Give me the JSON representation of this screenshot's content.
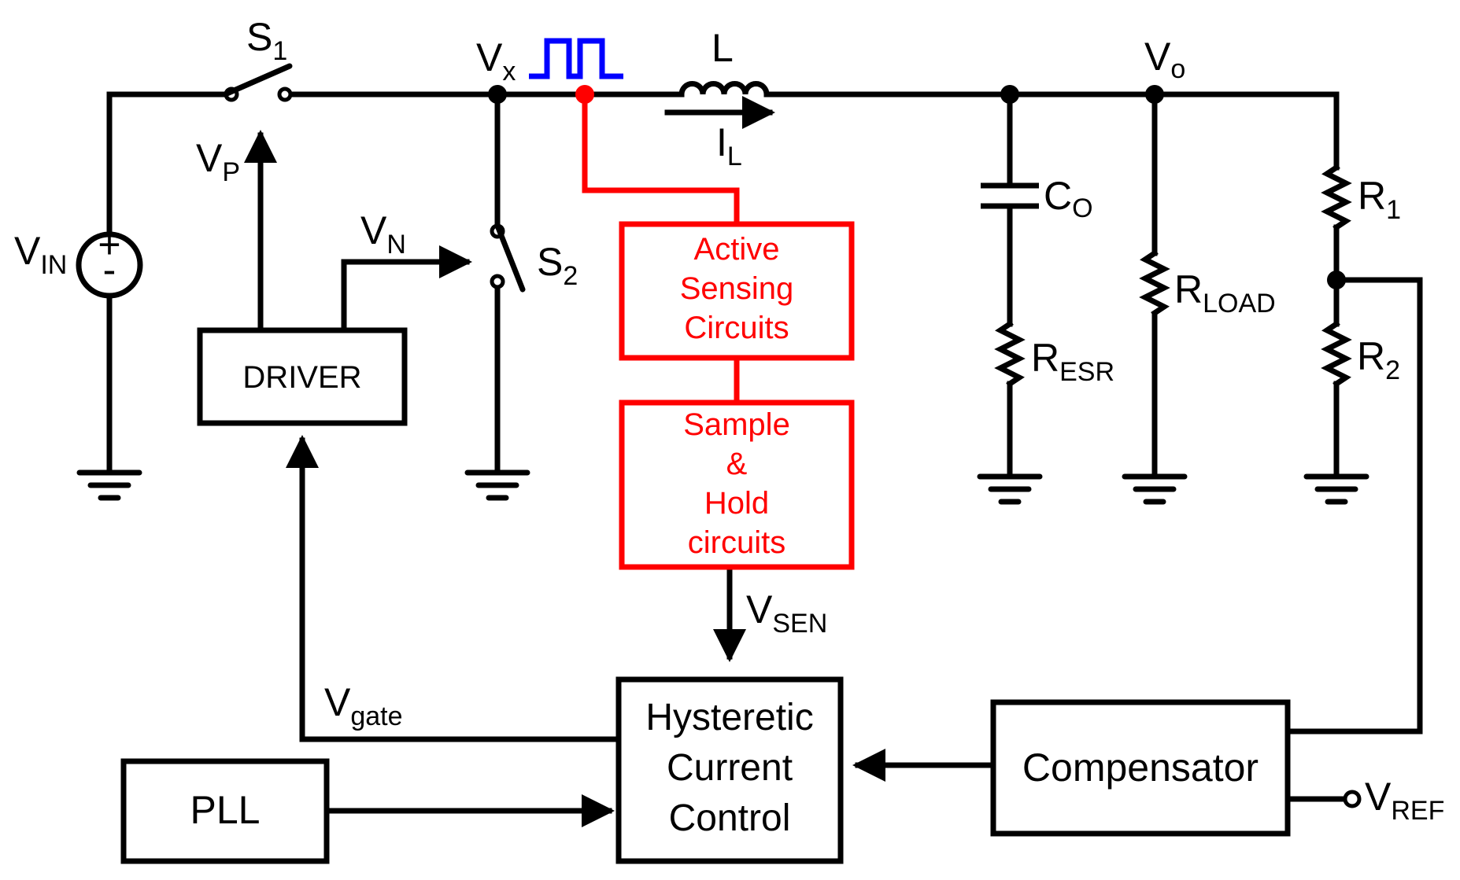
{
  "colors": {
    "wire": "#000000",
    "sense_path": "#ff0000",
    "switch_waveform": "#0000ff"
  },
  "labels": {
    "vin": {
      "main": "V",
      "sub": "IN"
    },
    "s1": {
      "main": "S",
      "sub": "1"
    },
    "s2": {
      "main": "S",
      "sub": "2"
    },
    "vx": {
      "main": "V",
      "sub": "x"
    },
    "inductor": "L",
    "il": {
      "main": "I",
      "sub": "L"
    },
    "vo": {
      "main": "V",
      "sub": "o"
    },
    "vp": {
      "main": "V",
      "sub": "P"
    },
    "vn": {
      "main": "V",
      "sub": "N"
    },
    "co": {
      "main": "C",
      "sub": "O"
    },
    "resr": {
      "main": "R",
      "sub": "ESR"
    },
    "rload": {
      "main": "R",
      "sub": "LOAD"
    },
    "r1": {
      "main": "R",
      "sub": "1"
    },
    "r2": {
      "main": "R",
      "sub": "2"
    },
    "vsen": {
      "main": "V",
      "sub": "SEN"
    },
    "vgate": {
      "main": "V",
      "sub": "gate"
    },
    "vref": {
      "main": "V",
      "sub": "REF"
    },
    "plus": "+",
    "minus": "-"
  },
  "blocks": {
    "driver": "DRIVER",
    "active_sensing": [
      "Active",
      "Sensing",
      "Circuits"
    ],
    "sample_hold": [
      "Sample",
      "&",
      "Hold",
      "circuits"
    ],
    "hysteretic": [
      "Hysteretic",
      "Current",
      "Control"
    ],
    "compensator": "Compensator",
    "pll": "PLL"
  }
}
